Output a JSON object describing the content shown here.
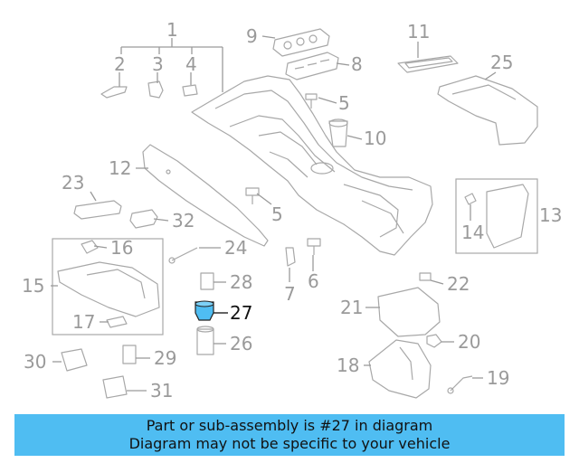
{
  "diagram": {
    "callouts": [
      {
        "label": "1",
        "highlight": false
      },
      {
        "label": "2",
        "highlight": false
      },
      {
        "label": "3",
        "highlight": false
      },
      {
        "label": "4",
        "highlight": false
      },
      {
        "label": "5",
        "highlight": false
      },
      {
        "label": "5",
        "highlight": false
      },
      {
        "label": "6",
        "highlight": false
      },
      {
        "label": "7",
        "highlight": false
      },
      {
        "label": "8",
        "highlight": false
      },
      {
        "label": "9",
        "highlight": false
      },
      {
        "label": "10",
        "highlight": false
      },
      {
        "label": "11",
        "highlight": false
      },
      {
        "label": "12",
        "highlight": false
      },
      {
        "label": "13",
        "highlight": false
      },
      {
        "label": "14",
        "highlight": false
      },
      {
        "label": "15",
        "highlight": false
      },
      {
        "label": "16",
        "highlight": false
      },
      {
        "label": "17",
        "highlight": false
      },
      {
        "label": "18",
        "highlight": false
      },
      {
        "label": "19",
        "highlight": false
      },
      {
        "label": "20",
        "highlight": false
      },
      {
        "label": "21",
        "highlight": false
      },
      {
        "label": "22",
        "highlight": false
      },
      {
        "label": "23",
        "highlight": false
      },
      {
        "label": "24",
        "highlight": false
      },
      {
        "label": "25",
        "highlight": false
      },
      {
        "label": "26",
        "highlight": false
      },
      {
        "label": "27",
        "highlight": true
      },
      {
        "label": "28",
        "highlight": false
      },
      {
        "label": "29",
        "highlight": false
      },
      {
        "label": "30",
        "highlight": false
      },
      {
        "label": "31",
        "highlight": false
      },
      {
        "label": "32",
        "highlight": false
      }
    ],
    "highlight_part": "27",
    "colors": {
      "line": "#a8a8a8",
      "label": "#9a9a9a",
      "highlight_label": "#111111",
      "highlight_fill": "#4fbdf2",
      "banner": "#4fbdf2"
    }
  },
  "banner": {
    "line1": "Part or sub-assembly is #27 in diagram",
    "line2": "Diagram may not be specific to your vehicle"
  }
}
